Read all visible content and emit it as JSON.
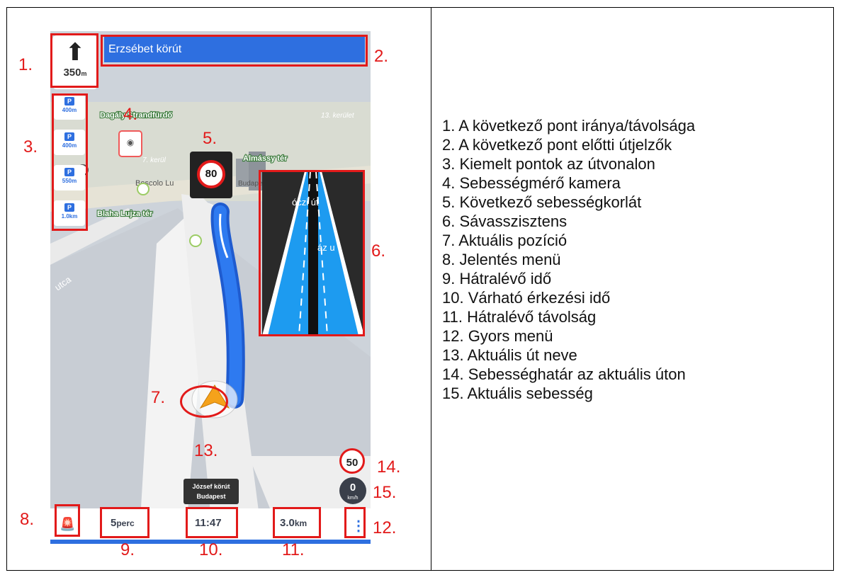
{
  "nav": {
    "next_turn_distance": "350",
    "next_turn_unit": "m",
    "next_street": "Erzsébet körút",
    "poi": [
      {
        "icon": "P",
        "distance": "400m"
      },
      {
        "icon": "P",
        "distance": "400m"
      },
      {
        "icon": "P",
        "distance": "550m"
      },
      {
        "icon": "P",
        "distance": "1.0km"
      }
    ],
    "speed_camera_icon": "camera-icon",
    "next_speed_limit": "80",
    "map_labels": {
      "dagaly": "Dagály Strandfürdő",
      "district13": "13. kerület",
      "district7": "7. kerül",
      "almassy": "Almássy tér",
      "boscolo": "Boscolo Lu",
      "budapest": "Budapest",
      "blaha": "Blaha Lujza tér",
      "rakoczi": "óczi út",
      "utca": "utca",
      "haz": "áz u"
    },
    "current_street_name": "József körút",
    "current_city": "Budapest",
    "road_speed_limit": "50",
    "current_speed": "0",
    "speed_unit": "km/h",
    "remaining_time_value": "5",
    "remaining_time_unit": "perc",
    "eta": "11:47",
    "remaining_distance_value": "3.0",
    "remaining_distance_unit": "km"
  },
  "callouts": [
    "1.",
    "2.",
    "3.",
    "4.",
    "5.",
    "6.",
    "7.",
    "8.",
    "9.",
    "10.",
    "11.",
    "12.",
    "13.",
    "14.",
    "15."
  ],
  "legend": [
    "1. A következő pont iránya/távolsága",
    "2. A következő pont előtti útjelzők",
    "3. Kiemelt pontok az útvonalon",
    "4. Sebességmérő kamera",
    "5. Következő sebességkorlát",
    "6. Sávasszisztens",
    "7. Aktuális pozíció",
    "8. Jelentés menü",
    "9. Hátralévő idő",
    "10. Várható érkezési idő",
    "11. Hátralévő távolság",
    "12. Gyors menü",
    "13. Aktuális út neve",
    "14. Sebességhatár az aktuális úton",
    "15. Aktuális sebesség"
  ],
  "colors": {
    "highlight": "#e21a1a",
    "route": "#2e6fe0",
    "position_arrow": "#f5a21b"
  }
}
